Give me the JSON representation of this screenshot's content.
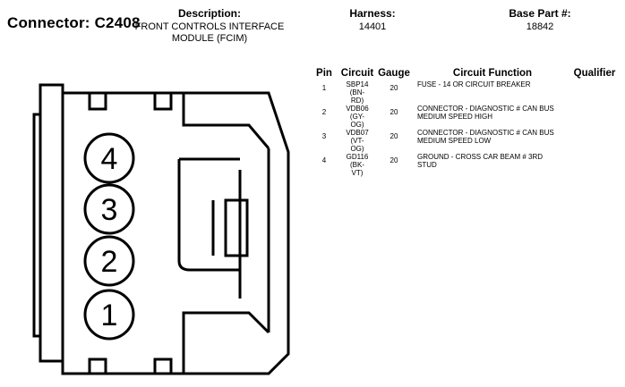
{
  "connector": {
    "label": "Connector: C2408"
  },
  "description": {
    "heading": "Description:",
    "value_line1": "FRONT CONTROLS INTERFACE",
    "value_line2": "MODULE (FCIM)"
  },
  "harness": {
    "heading": "Harness:",
    "value": "14401"
  },
  "base_part": {
    "heading": "Base Part #:",
    "value": "18842"
  },
  "table": {
    "headers": {
      "pin": "Pin",
      "circuit": "Circuit",
      "gauge": "Gauge",
      "function": "Circuit Function",
      "qualifier": "Qualifier"
    },
    "rows": [
      {
        "pin": "1",
        "circuit_line1": "SBP14 (BN-",
        "circuit_line2": "RD)",
        "gauge": "20",
        "function_line1": "FUSE - 14 OR CIRCUIT BREAKER",
        "function_line2": "",
        "qualifier": ""
      },
      {
        "pin": "2",
        "circuit_line1": "VDB06 (GY-",
        "circuit_line2": "OG)",
        "gauge": "20",
        "function_line1": "CONNECTOR - DIAGNOSTIC # CAN BUS",
        "function_line2": "MEDIUM SPEED HIGH",
        "qualifier": ""
      },
      {
        "pin": "3",
        "circuit_line1": "VDB07 (VT-",
        "circuit_line2": "OG)",
        "gauge": "20",
        "function_line1": "CONNECTOR - DIAGNOSTIC # CAN BUS",
        "function_line2": "MEDIUM SPEED LOW",
        "qualifier": ""
      },
      {
        "pin": "4",
        "circuit_line1": "GD116 (BK-",
        "circuit_line2": "VT)",
        "gauge": "20",
        "function_line1": "GROUND - CROSS CAR BEAM # 3RD",
        "function_line2": "STUD",
        "qualifier": ""
      }
    ]
  },
  "diagram": {
    "pin_labels": [
      "4",
      "3",
      "2",
      "1"
    ]
  }
}
